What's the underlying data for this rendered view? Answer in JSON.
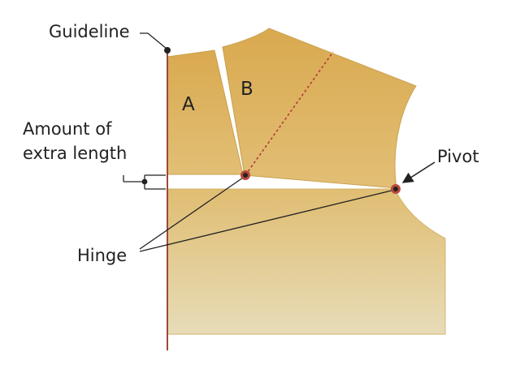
{
  "labels": {
    "guideline": "Guideline",
    "extra_length_line1": "Amount of",
    "extra_length_line2": "extra length",
    "pivot": "Pivot",
    "hinge": "Hinge",
    "piece_a": "A",
    "piece_b": "B"
  },
  "colors": {
    "pattern_top": "#d9a94f",
    "pattern_bottom": "#e6dbb4",
    "pattern_edge": "#c9a14e",
    "guideline": "#9b4a3a",
    "dart_line": "#b23a3a",
    "hinge_marker": "#b84a3a",
    "leader_line": "#222222"
  }
}
